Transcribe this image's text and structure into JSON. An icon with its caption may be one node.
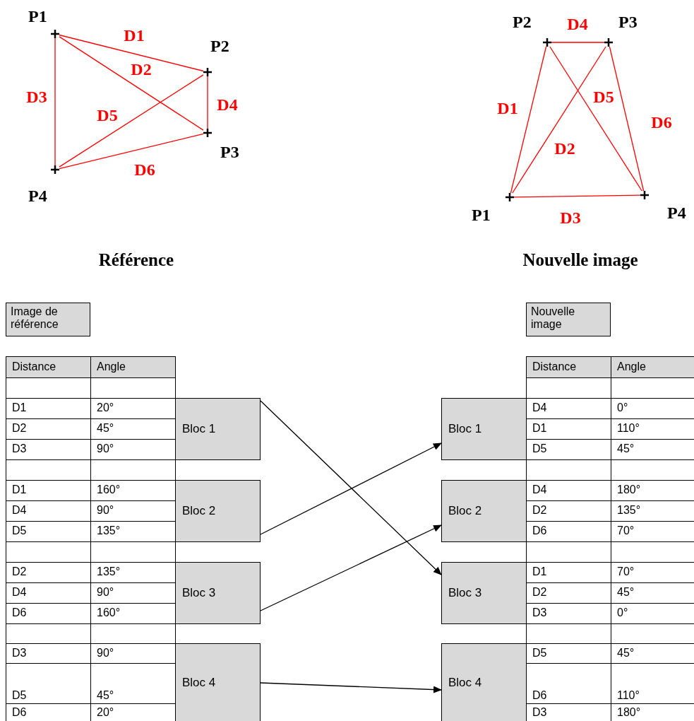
{
  "diagram": {
    "nodes": [
      {
        "text": [
          "P1"
        ]
      },
      {
        "text": [
          "P2"
        ]
      },
      {
        "text": [
          "P3"
        ]
      },
      {
        "text": [
          "P4"
        ]
      },
      {
        "text": [
          "P2"
        ]
      },
      {
        "text": [
          "P3"
        ]
      },
      {
        "text": [
          "P1"
        ]
      },
      {
        "text": [
          "P4"
        ]
      },
      {
        "text": [
          "Image de référence"
        ]
      },
      {
        "text": [
          "Nouvelle image"
        ]
      },
      {
        "text": [
          "Bloc 1"
        ]
      },
      {
        "text": [
          "Bloc 2"
        ]
      },
      {
        "text": [
          "Bloc 3"
        ]
      },
      {
        "text": [
          "Bloc 4"
        ]
      },
      {
        "text": [
          "Bloc 1"
        ]
      },
      {
        "text": [
          "Bloc 2"
        ]
      },
      {
        "text": [
          "Bloc 3"
        ]
      },
      {
        "text": [
          "Bloc 4"
        ]
      }
    ],
    "edges": [
      {
        "from": 0,
        "to": 1,
        "arrow": "none",
        "label": "D1"
      },
      {
        "from": 0,
        "to": 2,
        "arrow": "none",
        "label": "D2"
      },
      {
        "from": 0,
        "to": 3,
        "arrow": "none",
        "label": "D3"
      },
      {
        "from": 1,
        "to": 2,
        "arrow": "none",
        "label": "D4"
      },
      {
        "from": 3,
        "to": 1,
        "arrow": "none",
        "label": "D5"
      },
      {
        "from": 3,
        "to": 2,
        "arrow": "none",
        "label": "D6"
      },
      {
        "from": 4,
        "to": 5,
        "arrow": "none",
        "label": "D4"
      },
      {
        "from": 6,
        "to": 4,
        "arrow": "none",
        "label": "D1"
      },
      {
        "from": 6,
        "to": 5,
        "arrow": "none",
        "label": "D2"
      },
      {
        "from": 6,
        "to": 7,
        "arrow": "none",
        "label": "D3"
      },
      {
        "from": 4,
        "to": 7,
        "arrow": "none",
        "label": "D5"
      },
      {
        "from": 5,
        "to": 7,
        "arrow": "none",
        "label": "D6"
      },
      {
        "from": 10,
        "to": 16,
        "arrow": "to",
        "color": "#000000"
      },
      {
        "from": 11,
        "to": 14,
        "arrow": "to",
        "color": "#000000"
      },
      {
        "from": 12,
        "to": 15,
        "arrow": "to",
        "color": "#000000"
      },
      {
        "from": 13,
        "to": 17,
        "arrow": "to",
        "color": "#000000"
      }
    ],
    "labels": [
      "Référence",
      "Nouvelle image",
      "Distance",
      "Angle",
      "D1",
      "20°",
      "D2",
      "45°",
      "D3",
      "90°",
      "D1",
      "160°",
      "D4",
      "90°",
      "D5",
      "135°",
      "D2",
      "135°",
      "D4",
      "90°",
      "D6",
      "160°",
      "D3",
      "90°",
      "D5",
      "45°",
      "D6",
      "20°",
      "Distance",
      "Angle",
      "D4",
      "0°",
      "D1",
      "110°",
      "D5",
      "45°",
      "D4",
      "180°",
      "D2",
      "135°",
      "D6",
      "70°",
      "D1",
      "70°",
      "D2",
      "45°",
      "D3",
      "0°",
      "D5",
      "45°",
      "D6",
      "110°",
      "D3",
      "180°"
    ]
  }
}
